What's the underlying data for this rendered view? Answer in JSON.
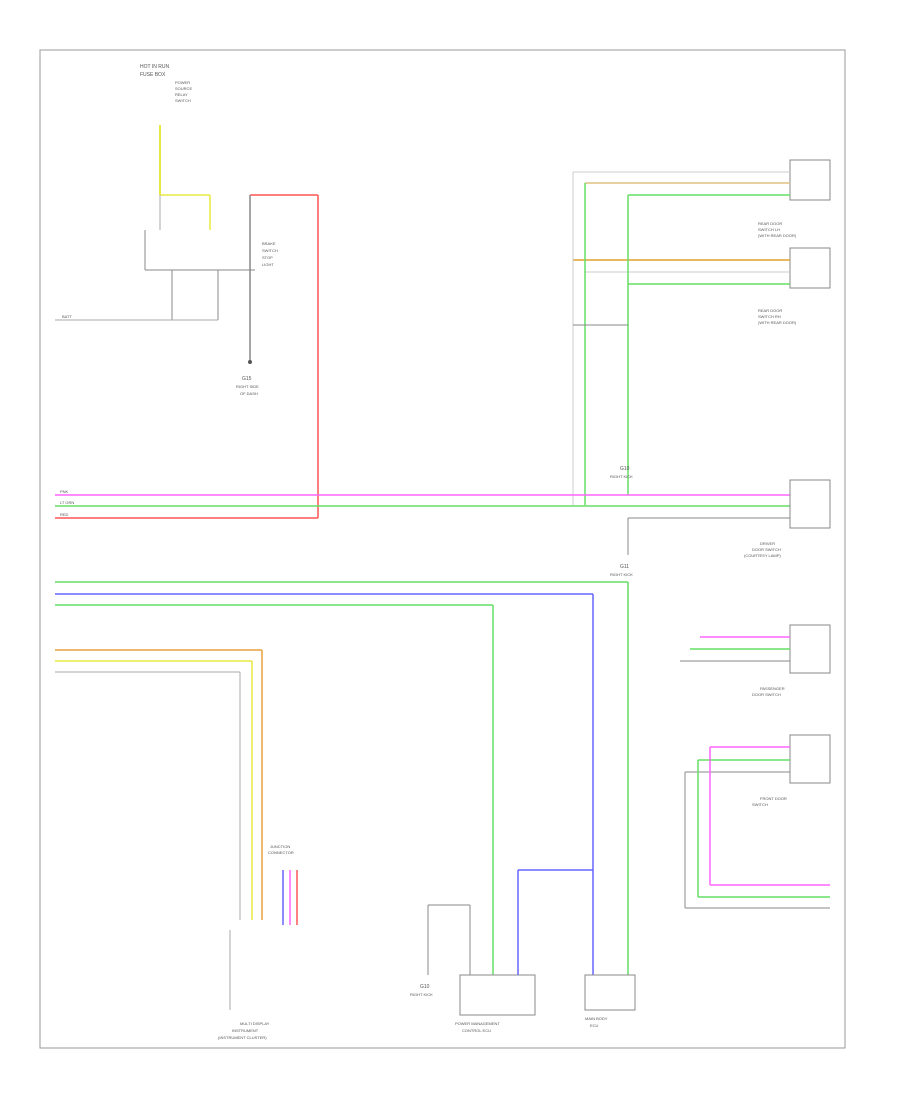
{
  "diagram": {
    "ref_code": "",
    "colors": {
      "pink": "#ff66ff",
      "light_green": "#66dd66",
      "red": "#ff5555",
      "yellow": "#e8e840",
      "orange": "#e8a040",
      "blue": "#6666ff",
      "wire_gray": "#aaaaaa",
      "frame": "#999999"
    },
    "components": [
      {
        "id": "top-left-source",
        "label": "HOT IN RUN"
      },
      {
        "id": "brake-switch",
        "label": "BRAKE SWITCH"
      },
      {
        "id": "ground-left",
        "label": "G"
      },
      {
        "id": "door-switch-top",
        "label": "REAR DOOR SWITCH"
      },
      {
        "id": "door-switch-mid",
        "label": "REAR DOOR SWITCH"
      },
      {
        "id": "ground-top-right",
        "label": "G"
      },
      {
        "id": "door-module-right",
        "label": "DRIVER DOOR SWITCH"
      },
      {
        "id": "ground-mid-right",
        "label": "G"
      },
      {
        "id": "passenger-door",
        "label": "PASSENGER DOOR SWITCH"
      },
      {
        "id": "front-door",
        "label": "FRONT DOOR SWITCH"
      },
      {
        "id": "multi-display",
        "label": "MULTI DISPLAY (INSTRUMENT CLUSTER)"
      },
      {
        "id": "junction-connector",
        "label": "JUNCTION CONNECTOR"
      },
      {
        "id": "ground-bottom",
        "label": "G"
      },
      {
        "id": "power-module",
        "label": "POWER MANAGEMENT CONTROL ECU"
      },
      {
        "id": "body-ecu",
        "label": "MAIN BODY ECU"
      }
    ]
  }
}
